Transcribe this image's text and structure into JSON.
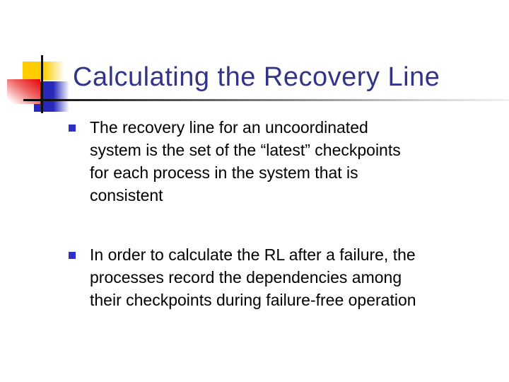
{
  "slide": {
    "title": "Calculating the Recovery Line",
    "bullets": [
      {
        "lines": [
          "The recovery line for an uncoordinated",
          "system is the set of the “latest” checkpoints",
          "for each process in the system that is",
          "consistent"
        ]
      },
      {
        "lines": [
          "In order to calculate the RL after a failure, the",
          "processes record the dependencies among",
          "their checkpoints during failure-free operation"
        ]
      }
    ]
  },
  "colors": {
    "title-text": "#333388",
    "body-text": "#000000",
    "bullet-square": "#2e2ec8",
    "deco-yellow": "#ffcc00",
    "deco-red": "#e60f0f",
    "deco-blue": "#2828bb",
    "line-black": "#111111"
  }
}
